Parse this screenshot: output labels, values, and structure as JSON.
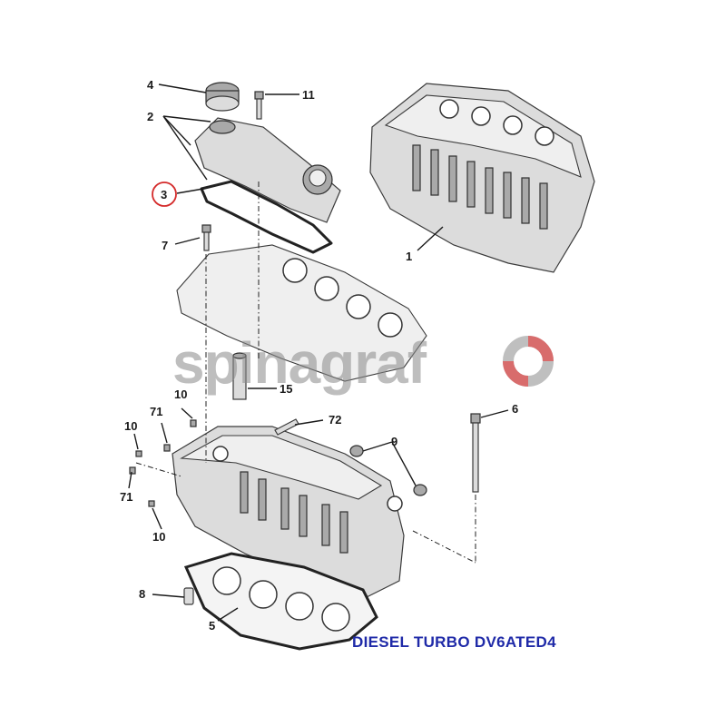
{
  "footer_caption": "DIESEL TURBO DV6ATED4",
  "watermark": "spinagraf",
  "colors": {
    "footer_text": "#1f2aa8",
    "callout_circle": "#d42a2a",
    "watermark_gray": "#8a8a8a",
    "watermark_ring": "#e05050"
  },
  "callouts": {
    "c4": "4",
    "c2": "2",
    "c3": "3",
    "c11": "11",
    "c1": "1",
    "c7": "7",
    "c15": "15",
    "c10a": "10",
    "c72": "72",
    "c6": "6",
    "c71a": "71",
    "c10b": "10",
    "c9": "9",
    "c71b": "71",
    "c10c": "10",
    "c8": "8",
    "c5": "5"
  },
  "highlighted_callout": "3"
}
